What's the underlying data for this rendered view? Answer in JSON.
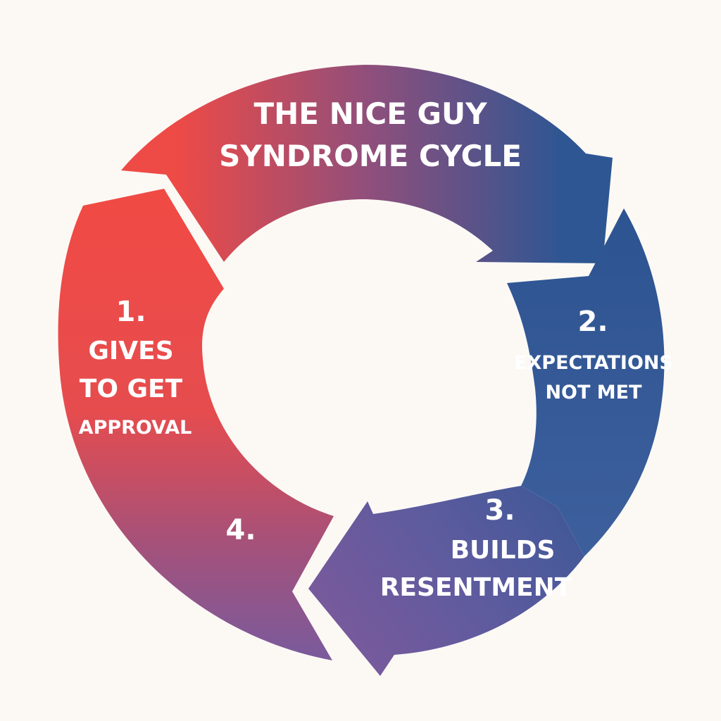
{
  "title": {
    "line1": "THE NICE GUY",
    "line2": "SYNDROME CYCLE"
  },
  "steps": [
    {
      "number": "1.",
      "lines": [
        "GIVES",
        "TO GET",
        "APPROVAL"
      ]
    },
    {
      "number": "2.",
      "lines": [
        "EXPECTATIONS",
        "NOT MET"
      ]
    },
    {
      "number": "3.",
      "lines": [
        "BUILDS",
        "RESENTMENT"
      ]
    },
    {
      "number": "4.",
      "lines": []
    }
  ],
  "colors": {
    "background": "#fcf9f5",
    "red": "#ee4a46",
    "blue": "#2e5693",
    "purple": "#7a5a9c",
    "text": "#ffffff"
  }
}
